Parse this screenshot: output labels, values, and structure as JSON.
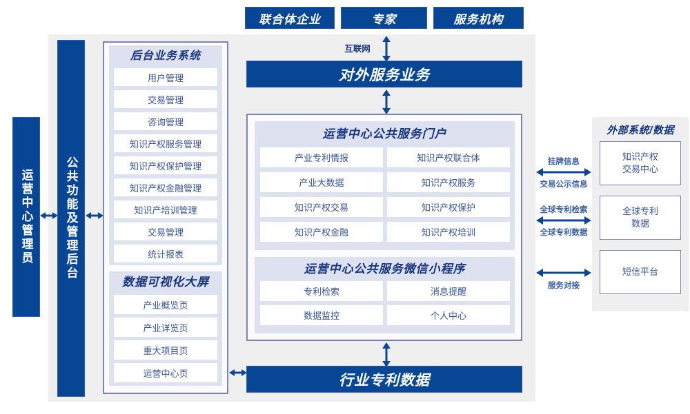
{
  "diagram": {
    "title_top_boxes": [
      {
        "label": "联合体企业"
      },
      {
        "label": "专家"
      },
      {
        "label": "服务机构"
      }
    ],
    "internet_label": "互联网",
    "external_service_bar": "对外服务业务",
    "industry_patent_data_bar": "行业专利数据",
    "left_vertical_boxes": [
      {
        "name": "operator-admin",
        "label": "运营中心管理员"
      },
      {
        "name": "common-function-admin",
        "label": "公共功能及管理后台"
      }
    ],
    "backend_system": {
      "title": "后台业务系统",
      "items": [
        "用户管理",
        "交易管理",
        "咨询管理",
        "知识产权服务管理",
        "知识产权保护管理",
        "知识产权金融管理",
        "知识产培训管理",
        "交易管理",
        "统计报表"
      ]
    },
    "data_visualization": {
      "title": "数据可视化大屏",
      "items": [
        "产业概览页",
        "产业详览页",
        "重大项目页",
        "运营中心页"
      ]
    },
    "public_service_portal": {
      "title": "运营中心公共服务门户",
      "items_left": [
        "产业专利情报",
        "产业大数据",
        "知识产权交易",
        "知识产权金融"
      ],
      "items_right": [
        "知识产权联合体",
        "知识产权服务",
        "知识产权保护",
        "知识产权培训"
      ]
    },
    "wechat_miniprogram": {
      "title": "运营中心公共服务微信小程序",
      "items_left": [
        "专利检索",
        "数据监控"
      ],
      "items_right": [
        "消息提醒",
        "个人中心"
      ]
    },
    "external_systems": {
      "title": "外部系统/数据",
      "boxes": [
        {
          "label": "知识产权\n交易中心",
          "line1": "知识产权",
          "line2": "交易中心"
        },
        {
          "label": "全球专利\n数据",
          "line1": "全球专利",
          "line2": "数据"
        },
        {
          "label": "短信平台",
          "line1": "短信平台",
          "line2": ""
        }
      ],
      "arrow_labels": [
        {
          "above": "挂牌信息",
          "below": "交易公示信息"
        },
        {
          "above": "全球专利检索",
          "below": "全球专利数据"
        },
        {
          "above": "",
          "below": "服务对接"
        }
      ]
    },
    "colors": {
      "brand_blue": "#064694",
      "panel_lavender": "#dee1f0",
      "border_violet": "#7b83b8",
      "text_blue": "#36549c",
      "title_navy": "#15357e",
      "container_grey": "#efefef"
    }
  }
}
